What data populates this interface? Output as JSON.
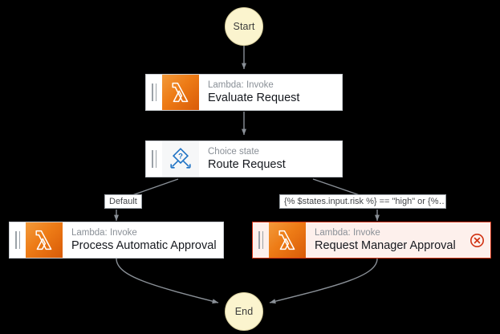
{
  "diagram": {
    "type": "aws-step-functions-workflow-graph",
    "background_color": "#000000"
  },
  "terminals": {
    "start": {
      "label": "Start",
      "fill": "#FBF4CE",
      "border": "#D8CF9E"
    },
    "end": {
      "label": "End",
      "fill": "#FBF4CE",
      "border": "#D8CF9E"
    }
  },
  "nodes": [
    {
      "id": "evaluate-request",
      "subtitle": "Lambda: Invoke",
      "title": "Evaluate Request",
      "icon": "lambda-icon",
      "icon_color": "#ED7B16",
      "state": "normal"
    },
    {
      "id": "route-request",
      "subtitle": "Choice state",
      "title": "Route Request",
      "icon": "choice-state-icon",
      "icon_color": "#1E72C4",
      "state": "normal"
    },
    {
      "id": "process-automatic-approval",
      "subtitle": "Lambda: Invoke",
      "title": "Process Automatic Approval",
      "icon": "lambda-icon",
      "icon_color": "#ED7B16",
      "state": "normal"
    },
    {
      "id": "request-manager-approval",
      "subtitle": "Lambda: Invoke",
      "title": "Request Manager Approval",
      "icon": "lambda-icon",
      "icon_color": "#ED7B16",
      "state": "error",
      "error_badge": "error-circle-x-icon",
      "error_color": "#D13212",
      "error_fill": "#FDF0EC"
    }
  ],
  "edge_labels": {
    "default_branch": "Default",
    "condition_branch": "{% $states.input.risk %} == \"high\" or {%…"
  },
  "edge_color": "#8A9097"
}
